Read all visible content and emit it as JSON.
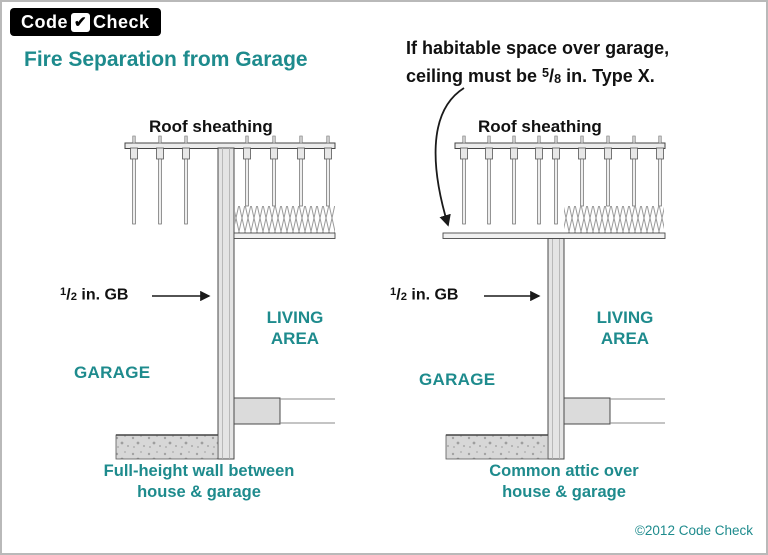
{
  "logo": {
    "code": "Code",
    "checkmark": "✔",
    "check": "Check"
  },
  "title": "Fire Separation from Garage",
  "annotation": {
    "line1": "If habitable space over garage,",
    "line2_pre": "ceiling must be ",
    "frac_num": "5",
    "frac_slash": "/",
    "frac_den": "8",
    "line2_post": " in. Type X."
  },
  "left_diagram": {
    "roof_label": "Roof sheathing",
    "gb": {
      "num": "1",
      "slash": "/",
      "den": "2",
      "post": " in. GB"
    },
    "living_line1": "LIVING",
    "living_line2": "AREA",
    "garage": "GARAGE",
    "caption_line1": "Full-height wall between",
    "caption_line2": "house & garage"
  },
  "right_diagram": {
    "roof_label": "Roof sheathing",
    "gb": {
      "num": "1",
      "slash": "/",
      "den": "2",
      "post": " in. GB"
    },
    "living_line1": "LIVING",
    "living_line2": "AREA",
    "garage": "GARAGE",
    "caption_line1": "Common attic over",
    "caption_line2": "house & garage"
  },
  "footer": "©2012 Code Check",
  "colors": {
    "teal": "#1e8b8d",
    "ink": "#111111"
  }
}
